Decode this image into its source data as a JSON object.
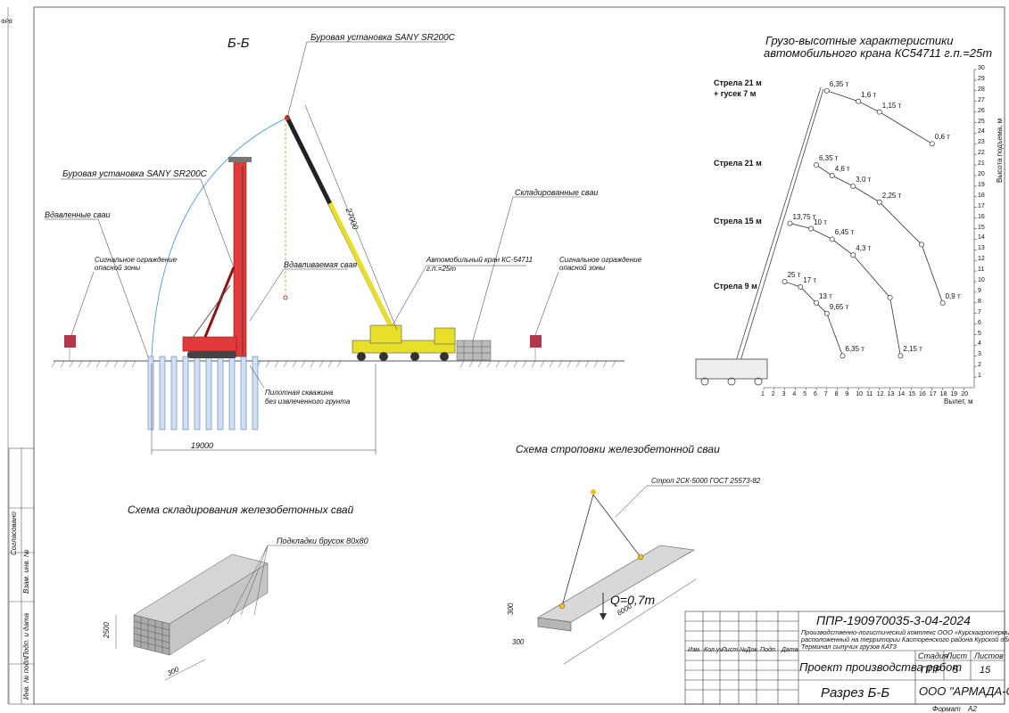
{
  "drawing": {
    "section_title": "Б-Б",
    "labels": {
      "rig_top": "Буровая установка SANY SR200C",
      "rig_left": "Буровая установка SANY SR200C",
      "driven_piles": "Вдавленные сваи",
      "fence_left": "Сигнальное ограждение опасной зоны",
      "fence_left_l1": "Сигнальное ограждение",
      "fence_left_l2": "опасной зоны",
      "pile_being_driven": "Вдавливаемая свая",
      "crane_l1": "Автомобильный кран КС-54711",
      "crane_l2": "г.п.=25т",
      "stored_piles": "Складированные сваи",
      "fence_right_l1": "Сигнальное ограждение",
      "fence_right_l2": "опасной зоны",
      "pilot_l1": "Пилотная скважина",
      "pilot_l2": "без извлеченного грунта",
      "dim_19000": "19000",
      "dim_27000": "27000"
    }
  },
  "chart_title_l1": "Грузо-высотные характеристики",
  "chart_title_l2": "автомобильного крана КС54711 г.п.=25т",
  "chart_data": {
    "type": "line",
    "title": "Грузо-высотные характеристики автомобильного крана КС54711 г.п.=25т",
    "xlabel": "Вылет, м",
    "ylabel": "Высота подъема, м",
    "xlim": [
      1,
      20
    ],
    "ylim": [
      0,
      30
    ],
    "x_ticks": [
      1,
      2,
      3,
      4,
      5,
      6,
      7,
      8,
      9,
      10,
      11,
      12,
      13,
      14,
      15,
      16,
      17,
      18,
      19,
      20
    ],
    "y_ticks": [
      1,
      2,
      3,
      4,
      5,
      6,
      7,
      8,
      9,
      10,
      11,
      12,
      13,
      14,
      15,
      16,
      17,
      18,
      19,
      20,
      21,
      22,
      23,
      24,
      25,
      26,
      27,
      28,
      29,
      30
    ],
    "series": [
      {
        "name": "Стрела 21 м + гусек 7 м",
        "name_l1": "Стрела 21 м",
        "name_l2": "+ гусек 7 м",
        "points": [
          [
            7,
            28
          ],
          [
            10,
            27
          ],
          [
            12,
            26
          ],
          [
            17,
            23
          ]
        ],
        "loads": [
          "6,35 т",
          "1,6 т",
          "1,15 т",
          "0,6 т"
        ]
      },
      {
        "name": "Стрела 21 м",
        "points": [
          [
            6,
            21
          ],
          [
            7.5,
            20
          ],
          [
            9.5,
            19
          ],
          [
            12,
            17.5
          ],
          [
            16,
            13.5
          ],
          [
            18,
            8
          ]
        ],
        "loads": [
          "6,35 т",
          "4,6 т",
          "3,0 т",
          "2,25 т",
          "",
          "0,9 т"
        ]
      },
      {
        "name": "Стрела 15 м",
        "points": [
          [
            3.5,
            15.5
          ],
          [
            5.5,
            15
          ],
          [
            7.5,
            14
          ],
          [
            9.5,
            12.5
          ],
          [
            13,
            8.5
          ],
          [
            14,
            3
          ]
        ],
        "loads": [
          "13,75 т",
          "10 т",
          "6,45 т",
          "4,3 т",
          "",
          "2,15 т"
        ]
      },
      {
        "name": "Стрела 9 м",
        "points": [
          [
            3,
            10
          ],
          [
            4.5,
            9.5
          ],
          [
            6,
            8
          ],
          [
            7,
            7
          ],
          [
            8.5,
            3
          ]
        ],
        "loads": [
          "25 т",
          "17 т",
          "13 т",
          "9,65 т",
          "6,35 т"
        ]
      }
    ]
  },
  "sling": {
    "title": "Схема строповки железобетонной сваи",
    "strop": "Строп 2СК-5000 ГОСТ 25573-82",
    "load": "Q=0,7т",
    "dim_length": "6000",
    "dim_300a": "300",
    "dim_300b": "300"
  },
  "storage": {
    "title": "Схема складирования железобетонных свай",
    "pads": "Подкладки брусок 80х80",
    "dim_height": "2500",
    "dim_width": "300"
  },
  "side_stamp": {
    "soglasovano": "Согласовано",
    "vzam": "Взам. инв. №",
    "podp_data": "Подп. и дата",
    "inv": "Инв. № подл."
  },
  "title_block": {
    "code": "ППР-190970035-3-04-2024",
    "desc_l1": "Производственно-логистический комплекс ООО «Курскагротерминал»",
    "desc_l2": "расположенный на территории Касторенского района Курской области.",
    "desc_l3": "Терминал сыпучих грузов КАТ3",
    "headers": [
      "Изм.",
      "Кол.уч",
      "Лист",
      "№Док.",
      "Подп.",
      "Дата"
    ],
    "project": "Проект производства работ",
    "sheet_name": "Разрез Б-Б",
    "stage_h": "Стадия",
    "sheet_h": "Лист",
    "sheets_h": "Листов",
    "stage": "ППР",
    "sheet": "5",
    "sheets": "15",
    "company": "ООО \"АРМАДА-СТРОЙ\"",
    "format_label": "Формат",
    "format": "А2"
  },
  "corner_mark": "ФРВ"
}
